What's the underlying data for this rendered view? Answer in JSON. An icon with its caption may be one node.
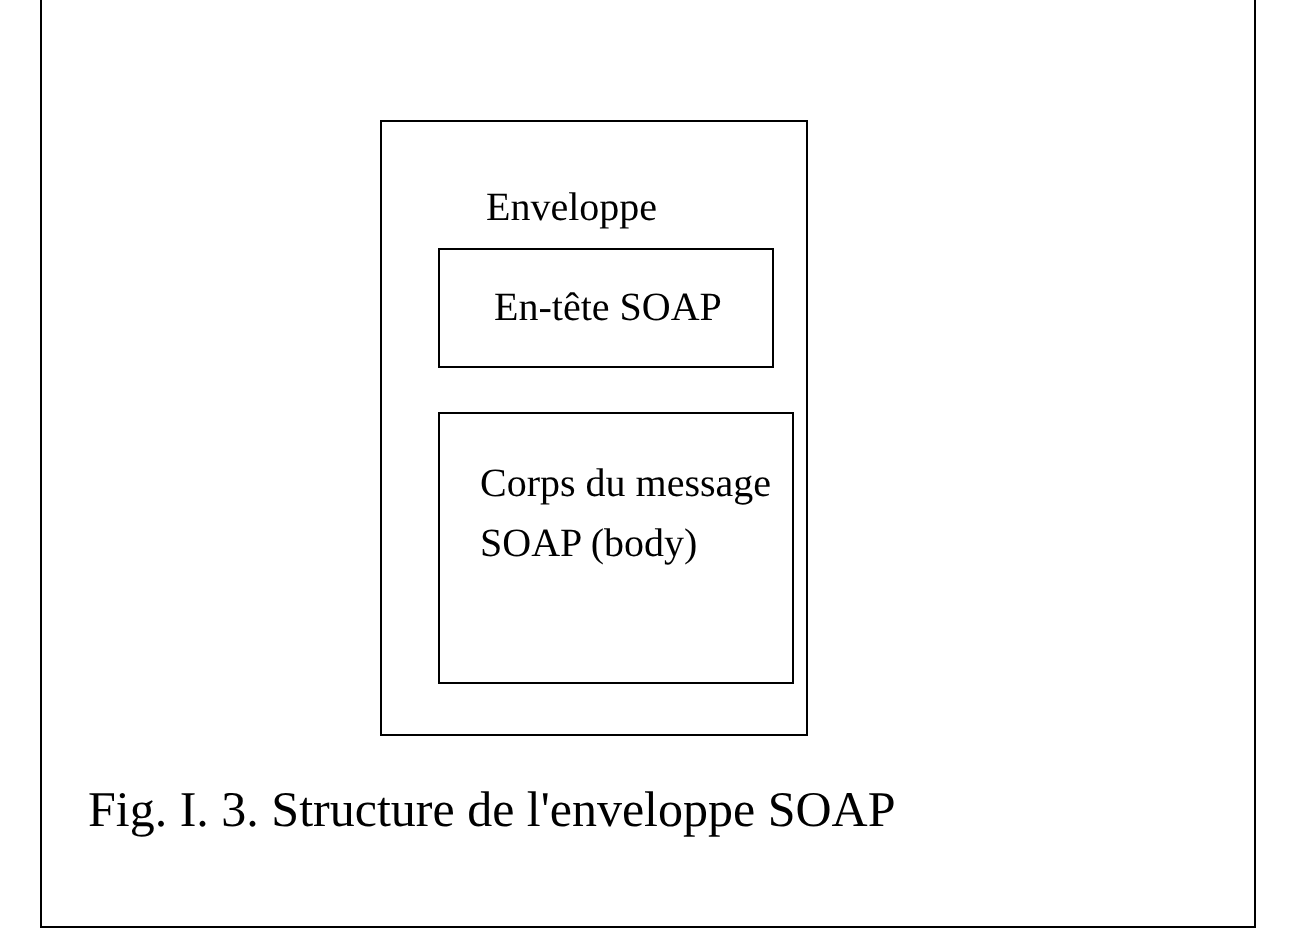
{
  "diagram": {
    "caption": "Fig. I. 3. Structure de l'enveloppe SOAP",
    "nodes": [
      {
        "text": [
          "Enveloppe"
        ]
      },
      {
        "text": [
          "En-tête SOAP"
        ],
        "in": 0
      },
      {
        "text": [
          "Corps du message SOAP (body)"
        ],
        "in": 0
      }
    ]
  }
}
